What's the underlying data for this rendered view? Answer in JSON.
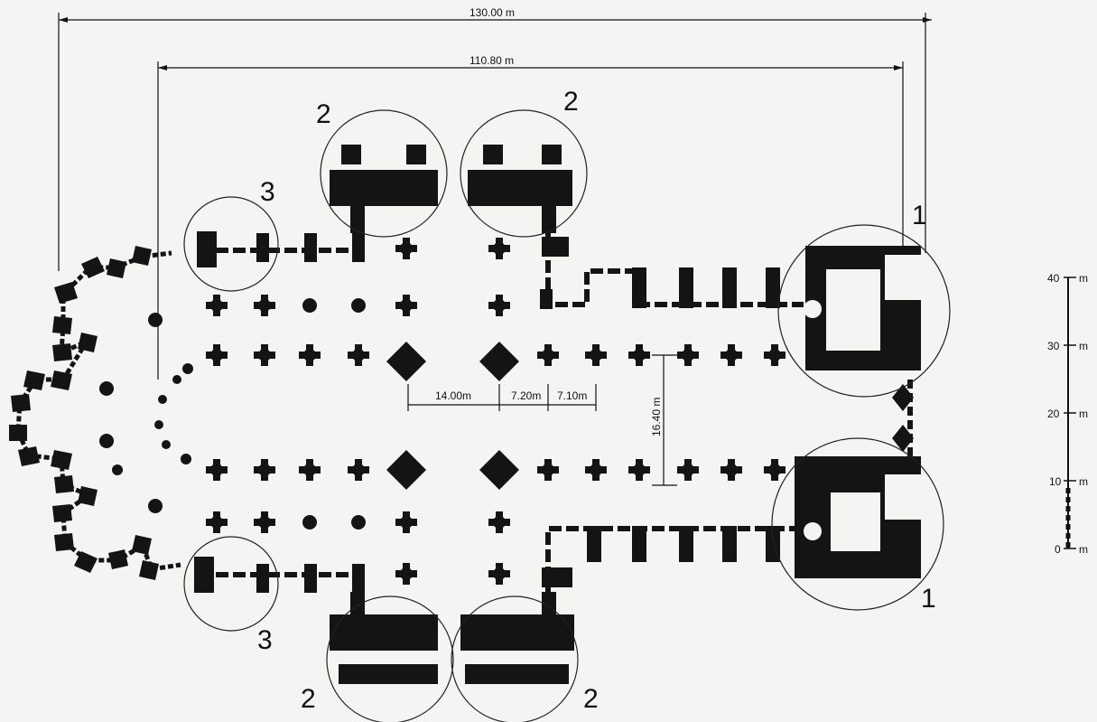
{
  "dimensions": {
    "overall_length": "130.00 m",
    "nave_length": "110.80 m",
    "span_a": "14.00m",
    "span_b": "7.20m",
    "span_c": "7.10m",
    "nave_width": "16.40 m"
  },
  "callouts": {
    "c1_top": "1",
    "c1_bottom": "1",
    "c2_top_left": "2",
    "c2_top_right": "2",
    "c2_bottom_left": "2",
    "c2_bottom_right": "2",
    "c3_top": "3",
    "c3_bottom": "3"
  },
  "scale_bar": {
    "l40": "40",
    "l30": "30",
    "l20": "20",
    "l10": "10",
    "l0": "0",
    "unit": "m"
  }
}
